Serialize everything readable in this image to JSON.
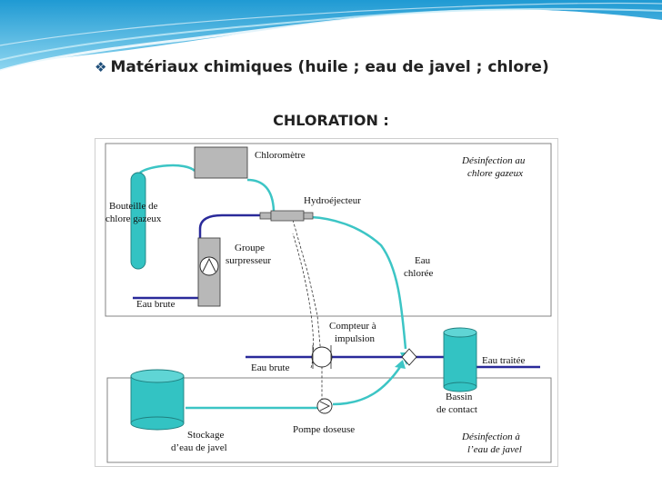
{
  "slide": {
    "bullet_symbol": "❖",
    "bullet_text": "Matériaux chimiques (huile ; eau de javel ; chlore)",
    "subtitle": "CHLORATION :"
  },
  "diagram": {
    "labels": {
      "chlorometre": "Chloromètre",
      "hydroejecteur": "Hydroéjecteur",
      "bouteille_1": "Bouteille de",
      "bouteille_2": "chlore gazeux",
      "groupe_1": "Groupe",
      "groupe_2": "surpresseur",
      "eau_chloree_1": "Eau",
      "eau_chloree_2": "chlorée",
      "eau_brute_top": "Eau brute",
      "desinf_gaz_1": "Désinfection au",
      "desinf_gaz_2": "chlore gazeux",
      "compteur_1": "Compteur à",
      "compteur_2": "impulsion",
      "eau_brute_bottom": "Eau brute",
      "eau_traitee": "Eau traitée",
      "bassin_1": "Bassin",
      "bassin_2": "de contact",
      "pompe": "Pompe doseuse",
      "stockage_1": "Stockage",
      "stockage_2": "d’eau de javel",
      "desinf_javel_1": "Désinfection à",
      "desinf_javel_2": "l’eau de javel"
    },
    "colors": {
      "cyan_fill": "#33c3c3",
      "cyan_pipe": "#3cc5c5",
      "blue_pipe": "#2a2a9a",
      "equipment_gray": "#b8b8b8",
      "frame": "#777777"
    }
  }
}
